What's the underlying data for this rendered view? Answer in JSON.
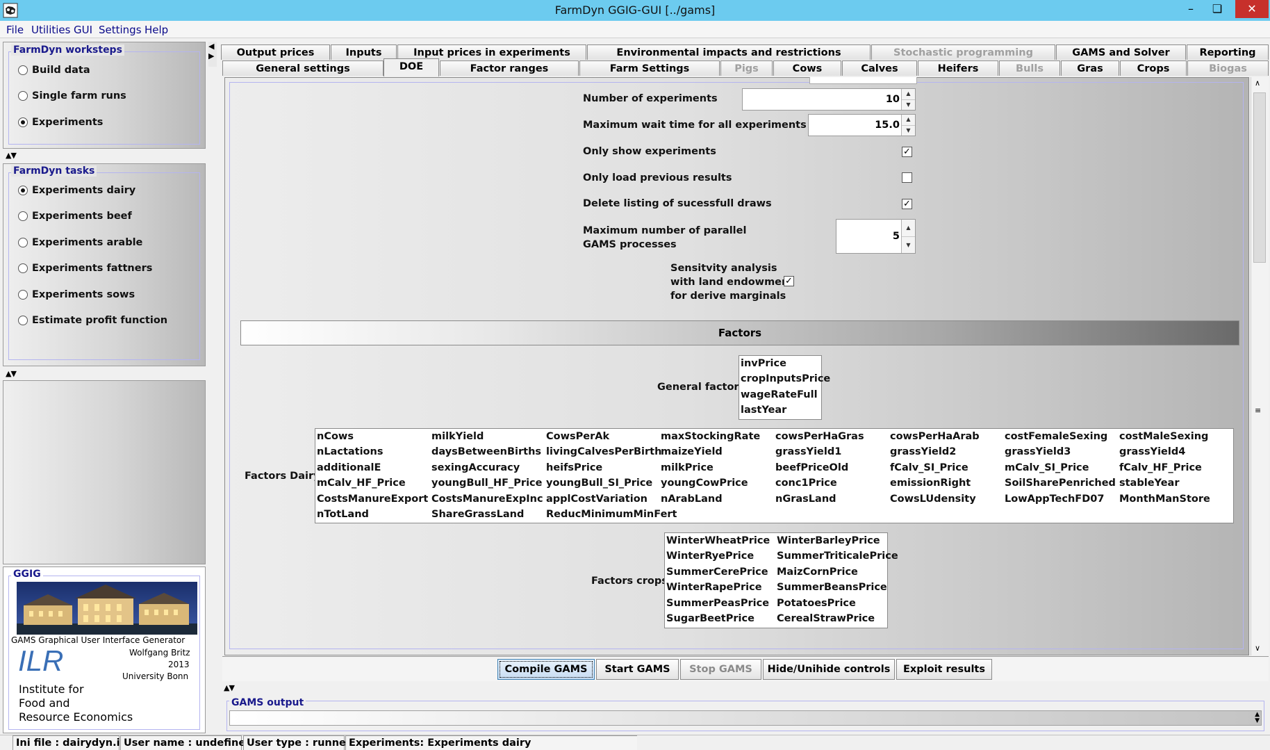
{
  "window": {
    "title": "FarmDyn GGIG-GUI [../gams]",
    "controls": [
      "minimize",
      "maximize",
      "close"
    ]
  },
  "menu": {
    "items": [
      "File",
      "Utilities",
      "GUI",
      "Settings",
      "Help"
    ]
  },
  "worksteps": {
    "title": "FarmDyn worksteps",
    "options": [
      {
        "label": "Build data",
        "selected": false
      },
      {
        "label": "Single farm runs",
        "selected": false
      },
      {
        "label": "Experiments",
        "selected": true
      }
    ]
  },
  "tasks": {
    "title": "FarmDyn tasks",
    "options": [
      {
        "label": "Experiments dairy",
        "selected": true
      },
      {
        "label": "Experiments beef",
        "selected": false
      },
      {
        "label": "Experiments arable",
        "selected": false
      },
      {
        "label": "Experiments fattners",
        "selected": false
      },
      {
        "label": "Experiments sows",
        "selected": false
      },
      {
        "label": "Estimate profit function",
        "selected": false
      }
    ]
  },
  "ggig": {
    "title": "GGIG",
    "generator_text": "GAMS Graphical User Interface Generator",
    "author": "Wolfgang Britz",
    "year": "2013",
    "university": "University Bonn",
    "ilr_logo_text": "ILR",
    "institute_lines": [
      "Institute  for",
      "Food and",
      "Resource Economics"
    ]
  },
  "tabs": {
    "row1": [
      {
        "label": "Output prices",
        "disabled": false
      },
      {
        "label": "Inputs",
        "disabled": false
      },
      {
        "label": "Input prices in experiments",
        "disabled": false
      },
      {
        "label": "Environmental impacts and restrictions",
        "disabled": false
      },
      {
        "label": "Stochastic programming",
        "disabled": true
      },
      {
        "label": "GAMS and Solver",
        "disabled": false
      },
      {
        "label": "Reporting",
        "disabled": false
      }
    ],
    "row2": [
      {
        "label": "General settings",
        "disabled": false
      },
      {
        "label": "DOE",
        "disabled": false,
        "active": true
      },
      {
        "label": "Factor ranges",
        "disabled": false
      },
      {
        "label": "Farm Settings",
        "disabled": false
      },
      {
        "label": "Pigs",
        "disabled": true
      },
      {
        "label": "Cows",
        "disabled": false
      },
      {
        "label": "Calves",
        "disabled": false
      },
      {
        "label": "Heifers",
        "disabled": false
      },
      {
        "label": "Bulls",
        "disabled": true
      },
      {
        "label": "Gras",
        "disabled": false
      },
      {
        "label": "Crops",
        "disabled": false
      },
      {
        "label": "Biogas",
        "disabled": true
      }
    ]
  },
  "doe": {
    "num_experiments": {
      "label": "Number of experiments",
      "value": "10"
    },
    "max_wait": {
      "label": "Maximum wait time for all experiments [min]",
      "value": "15.0"
    },
    "only_show": {
      "label": "Only show experiments",
      "checked": true
    },
    "only_load": {
      "label": "Only load previous results",
      "checked": false
    },
    "delete_listing": {
      "label": "Delete listing of sucessfull draws",
      "checked": true
    },
    "max_parallel": {
      "label_lines": [
        "Maximum number of parallel",
        "GAMS processes"
      ],
      "value": "5"
    },
    "sensitivity": {
      "label_lines": [
        "Sensitvity analysis",
        "with land endowment",
        "for derive marginals"
      ],
      "checked": true
    },
    "check_mark": "✓"
  },
  "factors": {
    "header": "Factors",
    "general": {
      "label": "General factors",
      "items": [
        "invPrice",
        "cropInputsPrice",
        "wageRateFull",
        "lastYear"
      ]
    },
    "dairy": {
      "label": "Factors Dairy",
      "rows": [
        [
          "nCows",
          "milkYield",
          "CowsPerAk",
          "maxStockingRate",
          "cowsPerHaGras",
          "cowsPerHaArab",
          "costFemaleSexing",
          "costMaleSexing"
        ],
        [
          "nLactations",
          "daysBetweenBirths",
          "livingCalvesPerBirth",
          "maizeYield",
          "grassYield1",
          "grassYield2",
          "grassYield3",
          "grassYield4"
        ],
        [
          "additionalE",
          "sexingAccuracy",
          "heifsPrice",
          "milkPrice",
          "beefPriceOld",
          "fCalv_SI_Price",
          "mCalv_SI_Price",
          "fCalv_HF_Price"
        ],
        [
          "mCalv_HF_Price",
          "youngBull_HF_Price",
          "youngBull_SI_Price",
          "youngCowPrice",
          "conc1Price",
          "emissionRight",
          "SoilSharePenriched",
          "stableYear"
        ],
        [
          "CostsManureExport",
          "CostsManureExpInc",
          "applCostVariation",
          "nArabLand",
          "nGrasLand",
          "CowsLUdensity",
          "LowAppTechFD07",
          "MonthManStore"
        ],
        [
          "nTotLand",
          "ShareGrassLand",
          "ReducMinimumMinFert",
          "",
          "",
          "",
          "",
          ""
        ]
      ]
    },
    "crops": {
      "label": "Factors crops",
      "rows": [
        [
          "WinterWheatPrice",
          "WinterBarleyPrice"
        ],
        [
          "WinterRyePrice",
          "SummerTriticalePrice"
        ],
        [
          "SummerCerePrice",
          "MaizCornPrice"
        ],
        [
          "WinterRapePrice",
          "SummerBeansPrice"
        ],
        [
          "SummerPeasPrice",
          "PotatoesPrice"
        ],
        [
          "SugarBeetPrice",
          "CerealStrawPrice"
        ]
      ]
    }
  },
  "buttons": {
    "compile": "Compile GAMS",
    "start": "Start GAMS",
    "stop": "Stop GAMS",
    "hide": "Hide/Unihide controls",
    "exploit": "Exploit results"
  },
  "gams_output": {
    "title": "GAMS output"
  },
  "status": {
    "ini": "Ini file : dairydyn.ini",
    "user": "User name : undefined",
    "type": "User type : runner",
    "experiments": "Experiments: Experiments dairy"
  },
  "colors": {
    "titlebar": "#6ccbef",
    "accent_text": "#1a1a8c",
    "close_button": "#c7302b",
    "group_border": "#b4b4f0"
  }
}
